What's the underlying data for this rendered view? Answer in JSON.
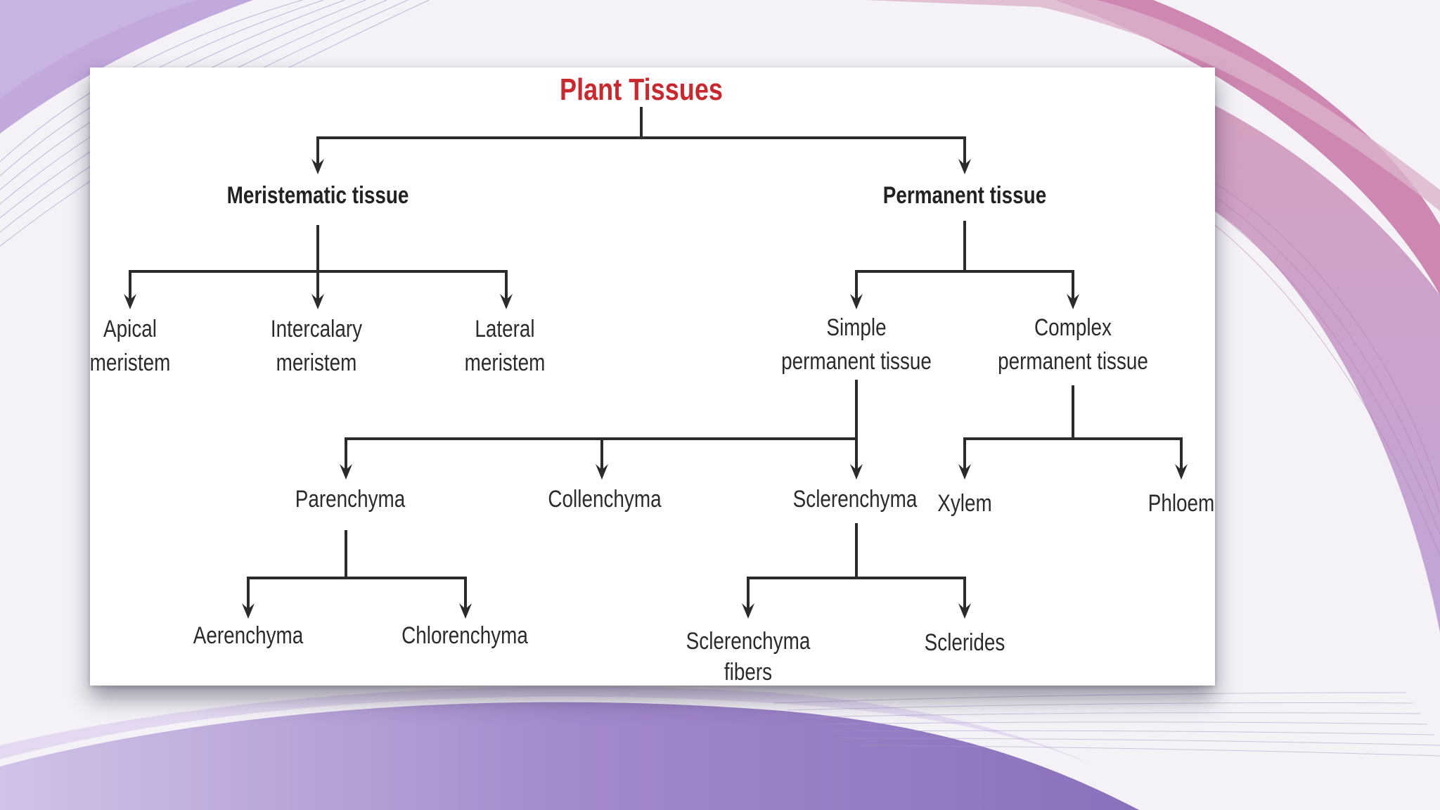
{
  "colors": {
    "title": "#c8282e",
    "text": "#2b2b2b",
    "lines": "#2b2b2b",
    "background": "#f3f1f6",
    "ribbon_purple": "#9b7fc4",
    "ribbon_pink": "#b85a8c"
  },
  "diagram": {
    "title": "Plant Tissues",
    "meristematic": "Meristematic tissue",
    "permanent": "Permanent tissue",
    "apical": {
      "line1": "Apical",
      "line2": "meristem"
    },
    "intercalary": {
      "line1": "Intercalary",
      "line2": "meristem"
    },
    "lateral": {
      "line1": "Lateral",
      "line2": "meristem"
    },
    "simple": {
      "line1": "Simple",
      "line2": "permanent tissue"
    },
    "complex": {
      "line1": "Complex",
      "line2": "permanent tissue"
    },
    "parenchyma": "Parenchyma",
    "collenchyma": "Collenchyma",
    "sclerenchyma": "Sclerenchyma",
    "xylem": "Xylem",
    "phloem": "Phloem",
    "aerenchyma": "Aerenchyma",
    "chlorenchyma": "Chlorenchyma",
    "sclerenchyma_fibers": {
      "line1": "Sclerenchyma",
      "line2": "fibers"
    },
    "sclerides": "Sclerides"
  }
}
